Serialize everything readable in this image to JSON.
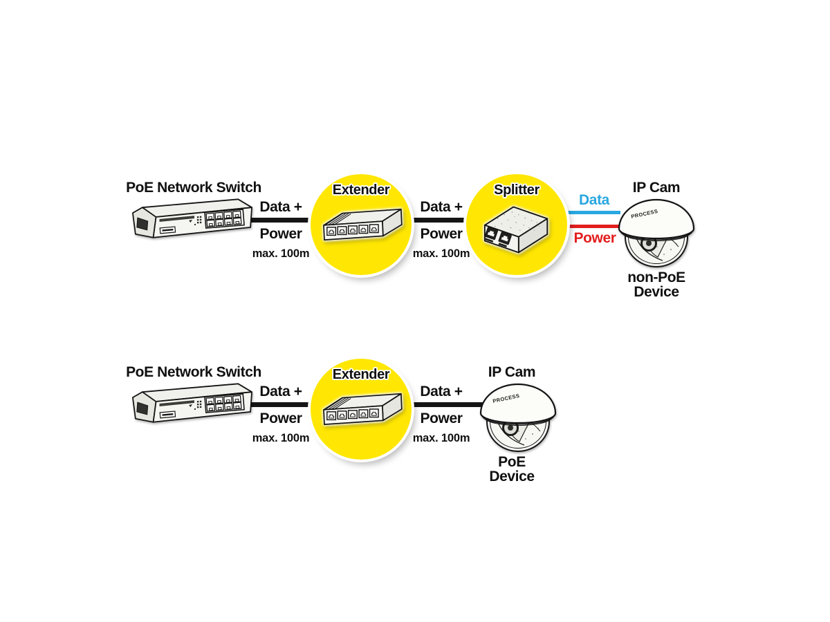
{
  "title": "PoE Extender and Splitter connection diagram",
  "colors": {
    "highlight_yellow": "#ffe703",
    "data_blue": "#29a7e0",
    "power_red": "#e31e1e",
    "cable_black": "#151515"
  },
  "rows": [
    {
      "switch_label": "PoE Network Switch",
      "link1": {
        "data_line": "Data +",
        "power_line": "Power",
        "max_note": "max. 100m"
      },
      "extender_label": "Extender",
      "link2": {
        "data_line": "Data +",
        "power_line": "Power",
        "max_note": "max. 100m"
      },
      "splitter_label": "Splitter",
      "split_data_label": "Data",
      "split_power_label": "Power",
      "camera_label": "IP Cam",
      "camera_brand": "PROCESS",
      "device_note_line1": "non-PoE",
      "device_note_line2": "Device"
    },
    {
      "switch_label": "PoE Network Switch",
      "link1": {
        "data_line": "Data +",
        "power_line": "Power",
        "max_note": "max. 100m"
      },
      "extender_label": "Extender",
      "link2": {
        "data_line": "Data +",
        "power_line": "Power",
        "max_note": "max. 100m"
      },
      "camera_label": "IP Cam",
      "camera_brand": "PROCESS",
      "device_note_line1": "PoE",
      "device_note_line2": "Device"
    }
  ]
}
